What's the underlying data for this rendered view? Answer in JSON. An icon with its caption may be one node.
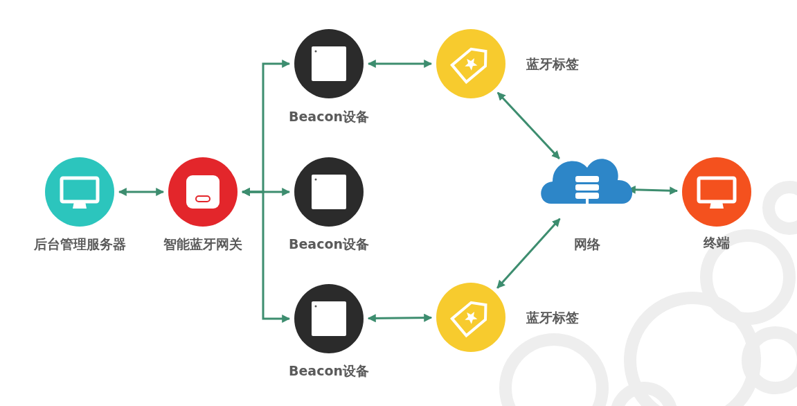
{
  "diagram": {
    "nodes": [
      {
        "text": [
          "后台管理服务器"
        ]
      },
      {
        "text": [
          "智能蓝牙网关"
        ]
      },
      {
        "text": [
          "Beacon设备"
        ]
      },
      {
        "text": [
          "Beacon设备"
        ]
      },
      {
        "text": [
          "Beacon设备"
        ]
      },
      {
        "text": [
          "蓝牙标签"
        ]
      },
      {
        "text": [
          "蓝牙标签"
        ]
      },
      {
        "text": [
          "网络"
        ]
      },
      {
        "text": [
          "终端"
        ]
      }
    ],
    "edges": [
      {
        "from": 0,
        "to": 1,
        "arrow": "both"
      },
      {
        "from": 1,
        "to": 2,
        "arrow": "both"
      },
      {
        "from": 1,
        "to": 3,
        "arrow": "both"
      },
      {
        "from": 1,
        "to": 4,
        "arrow": "both"
      },
      {
        "from": 2,
        "to": 5,
        "arrow": "both"
      },
      {
        "from": 4,
        "to": 6,
        "arrow": "both"
      },
      {
        "from": 5,
        "to": 7,
        "arrow": "both"
      },
      {
        "from": 6,
        "to": 7,
        "arrow": "both"
      },
      {
        "from": 7,
        "to": 8,
        "arrow": "both"
      }
    ]
  }
}
